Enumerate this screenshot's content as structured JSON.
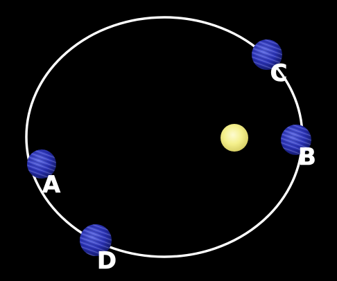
{
  "colors": {
    "background": "#000000",
    "orbit": "#ffffff",
    "sun": "#f4f08c",
    "planet": "#2c34b8",
    "label": "#ffffff"
  },
  "diagram": {
    "sun_icon": "sun-icon",
    "planet_icon": "planet-icon",
    "planets": [
      {
        "label": "A"
      },
      {
        "label": "B"
      },
      {
        "label": "C"
      },
      {
        "label": "D"
      }
    ]
  }
}
